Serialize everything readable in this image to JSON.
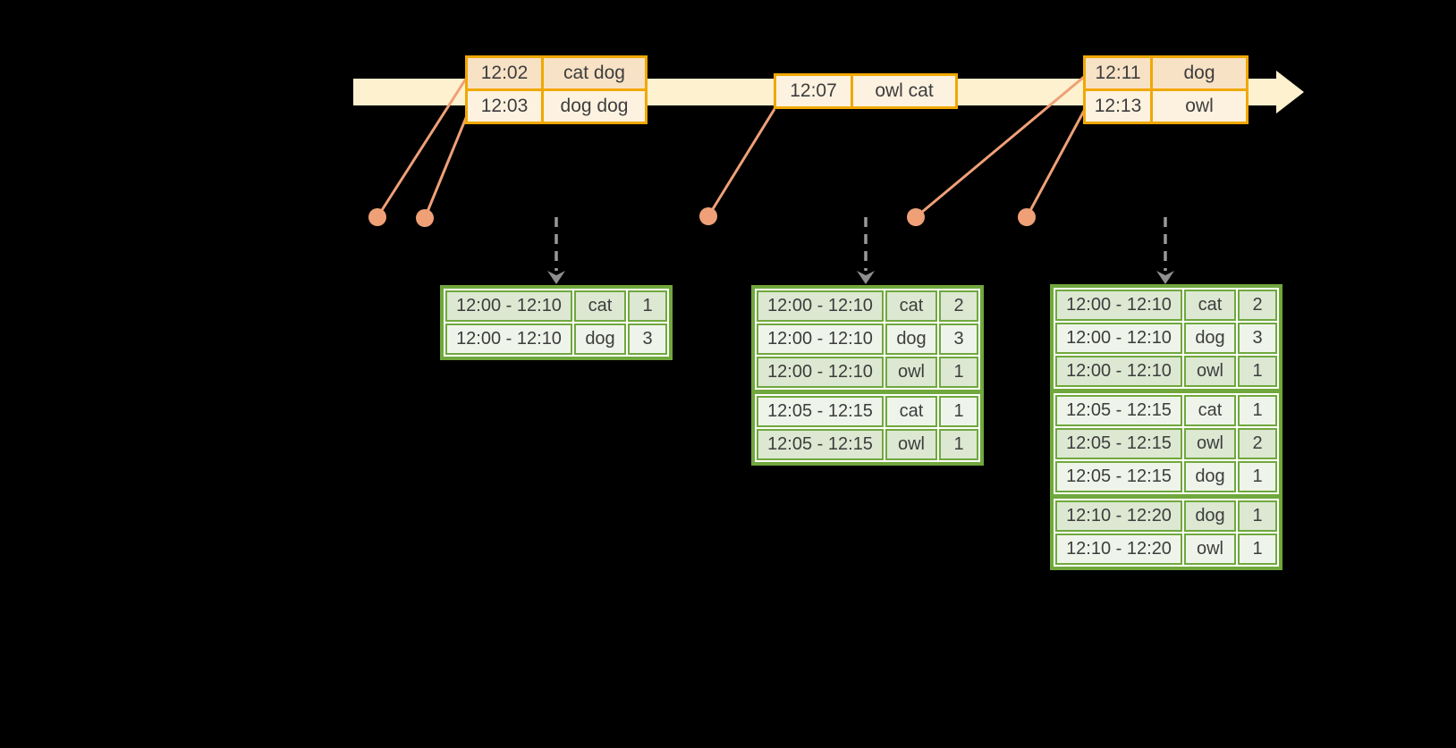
{
  "colors": {
    "background": "#000000",
    "timeline_band": "#fdf1cf",
    "event_border": "#f0a800",
    "event_row_dark": "#f8e2c6",
    "event_row_light": "#fdf2e0",
    "connector": "#efa077",
    "table_border": "#70a83d",
    "table_row_dark": "#dce8d2",
    "table_row_light": "#eff4ea",
    "trigger_arrow": "#999999",
    "trigger_arrowhead": "#8f8f8f",
    "text": "#3d3d3d"
  },
  "timeline": {
    "events": [
      {
        "rows": [
          {
            "time": "12:02",
            "words": "cat dog"
          },
          {
            "time": "12:03",
            "words": "dog dog"
          }
        ]
      },
      {
        "rows": [
          {
            "time": "12:07",
            "words": "owl cat"
          }
        ]
      },
      {
        "rows": [
          {
            "time": "12:11",
            "words": "dog"
          },
          {
            "time": "12:13",
            "words": "owl"
          }
        ]
      }
    ]
  },
  "result_tables": [
    {
      "groups": [
        [
          {
            "window": "12:00 - 12:10",
            "word": "cat",
            "count": "1"
          },
          {
            "window": "12:00 - 12:10",
            "word": "dog",
            "count": "3"
          }
        ]
      ]
    },
    {
      "groups": [
        [
          {
            "window": "12:00 - 12:10",
            "word": "cat",
            "count": "2"
          },
          {
            "window": "12:00 - 12:10",
            "word": "dog",
            "count": "3"
          },
          {
            "window": "12:00 - 12:10",
            "word": "owl",
            "count": "1"
          }
        ],
        [
          {
            "window": "12:05 - 12:15",
            "word": "cat",
            "count": "1"
          },
          {
            "window": "12:05 - 12:15",
            "word": "owl",
            "count": "1"
          }
        ]
      ]
    },
    {
      "groups": [
        [
          {
            "window": "12:00 - 12:10",
            "word": "cat",
            "count": "2"
          },
          {
            "window": "12:00 - 12:10",
            "word": "dog",
            "count": "3"
          },
          {
            "window": "12:00 - 12:10",
            "word": "owl",
            "count": "1"
          }
        ],
        [
          {
            "window": "12:05 - 12:15",
            "word": "cat",
            "count": "1"
          },
          {
            "window": "12:05 - 12:15",
            "word": "owl",
            "count": "2"
          },
          {
            "window": "12:05 - 12:15",
            "word": "dog",
            "count": "1"
          }
        ],
        [
          {
            "window": "12:10 - 12:20",
            "word": "dog",
            "count": "1"
          },
          {
            "window": "12:10 - 12:20",
            "word": "owl",
            "count": "1"
          }
        ]
      ]
    }
  ]
}
